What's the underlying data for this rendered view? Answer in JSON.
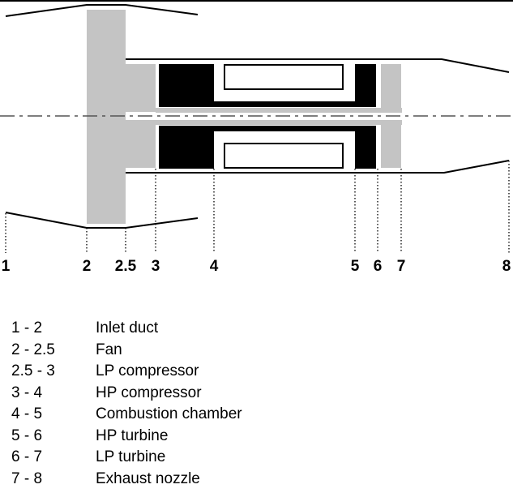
{
  "colors": {
    "stroke": "#000000",
    "gray_component": "#c4c4c4",
    "black_component": "#000000",
    "background": "#ffffff"
  },
  "stations": [
    "1",
    "2",
    "2.5",
    "3",
    "4",
    "5",
    "6",
    "7",
    "8"
  ],
  "legend": [
    {
      "range": "1 - 2",
      "name": "Inlet duct"
    },
    {
      "range": "2 - 2.5",
      "name": "Fan"
    },
    {
      "range": "2.5 - 3",
      "name": "LP compressor"
    },
    {
      "range": "3 - 4",
      "name": "HP compressor"
    },
    {
      "range": "4 - 5",
      "name": "Combustion chamber"
    },
    {
      "range": "5 - 6",
      "name": "HP turbine"
    },
    {
      "range": "6 - 7",
      "name": "LP turbine"
    },
    {
      "range": "7 - 8",
      "name": "Exhaust nozzle"
    }
  ]
}
